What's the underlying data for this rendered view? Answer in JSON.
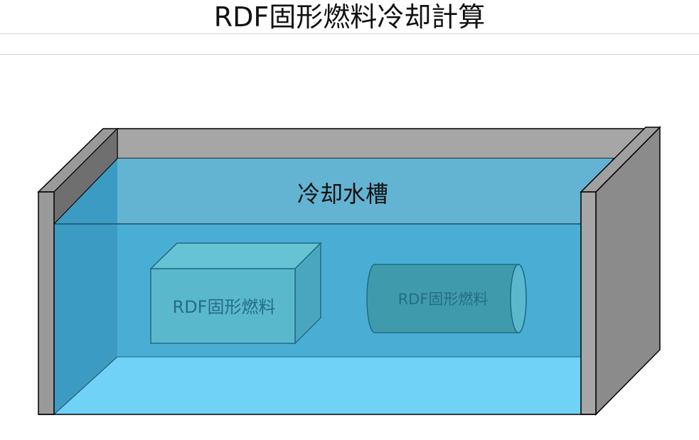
{
  "title": "RDF固形燃料冷却計算",
  "diagram": {
    "tank_label": "冷却水槽",
    "box_label": "RDF固形燃料",
    "cylinder_label": "RDF固形燃料"
  },
  "colors": {
    "water_top": "#63b4d2",
    "water_front": "#4aaed4",
    "water_floor": "#70d2f6",
    "water_left": "#3b9bc2",
    "wall_gray": "#a6a6a6",
    "wall_dark": "#8b8b8b",
    "box_face": "#5ab8cd",
    "cylinder_face": "#3f9bac",
    "label_teal": "#246d86"
  }
}
